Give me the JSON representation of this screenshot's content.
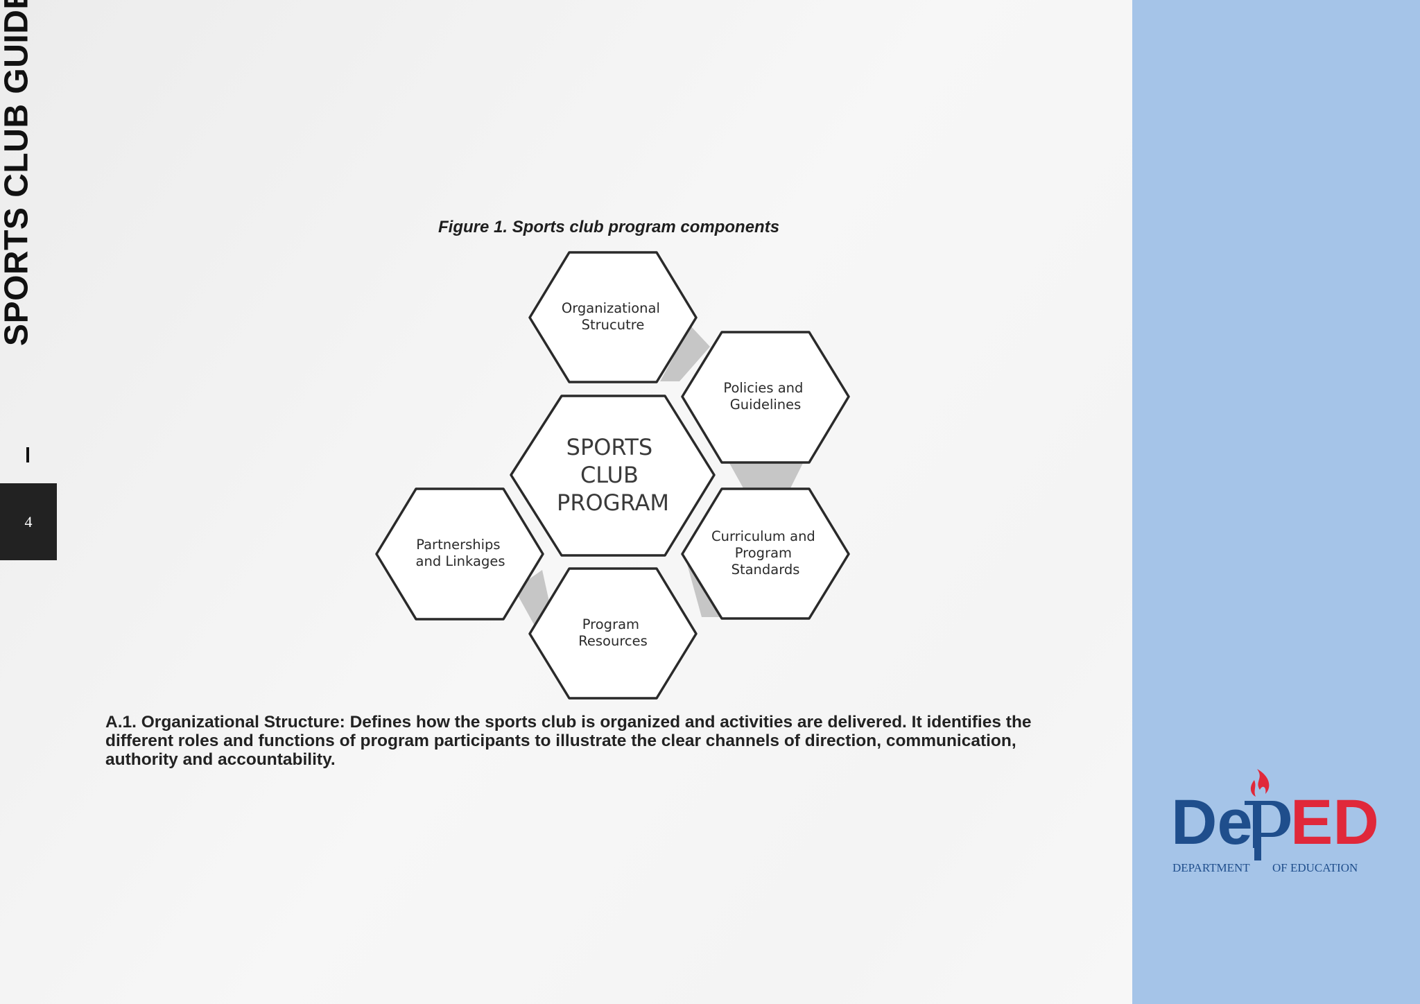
{
  "sidebar": {
    "guide_title": "SPORTS CLUB GUIDE",
    "page_number": "4"
  },
  "figure": {
    "caption": "Figure 1. Sports club program components",
    "center": [
      "SPORTS",
      "CLUB",
      "PROGRAM"
    ],
    "components": {
      "organizational_structure": [
        "Organizational",
        "Strucutre"
      ],
      "policies_guidelines": [
        "Policies and",
        "Guidelines"
      ],
      "curriculum_standards": [
        "Curriculum and",
        "Program",
        "Standards"
      ],
      "program_resources": [
        "Program",
        "Resources"
      ],
      "partnerships_linkages": [
        "Partnerships",
        "and Linkages"
      ]
    }
  },
  "body": {
    "paragraph": "A.1. Organizational Structure: Defines how the sports club is organized and activities are delivered. It identifies the different roles and functions of program participants to illustrate the clear channels of direction, communication, authority and accountability."
  },
  "logo": {
    "wordmark_left": "De",
    "wordmark_right": "ED",
    "subtitle_left": "DEPARTMENT",
    "subtitle_right": "OF EDUCATION"
  },
  "colors": {
    "panel_blue": "#a5c4e8",
    "logo_blue": "#1f4e8c",
    "logo_red": "#e0283a",
    "page_box": "#222222"
  }
}
